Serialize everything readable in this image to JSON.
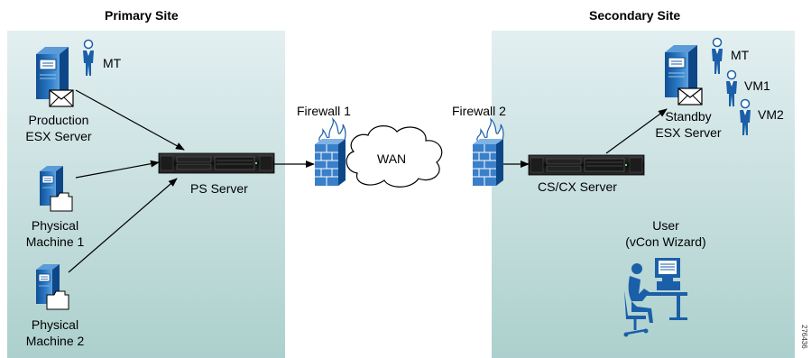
{
  "primary_site": {
    "title": "Primary Site",
    "nodes": {
      "production_esx": {
        "line1": "Production",
        "line2": "ESX Server",
        "tag": "MT"
      },
      "physical_machine_1": {
        "line1": "Physical",
        "line2": "Machine 1"
      },
      "physical_machine_2": {
        "line1": "Physical",
        "line2": "Machine 2"
      },
      "ps_server": {
        "label": "PS Server"
      }
    }
  },
  "network": {
    "firewall_1": "Firewall 1",
    "firewall_2": "Firewall 2",
    "wan": "WAN"
  },
  "secondary_site": {
    "title": "Secondary Site",
    "nodes": {
      "cs_cx_server": {
        "label": "CS/CX Server"
      },
      "standby_esx": {
        "line1": "Standby",
        "line2": "ESX Server",
        "tags": [
          "MT",
          "VM1",
          "VM2"
        ]
      },
      "user": {
        "line1": "User",
        "line2": "(vCon Wizard)"
      }
    }
  },
  "figure_id": "276436",
  "colors": {
    "panel_top": "#e1eef0",
    "panel_bottom": "#b0d2cf",
    "icon_blue": "#1a5fa8",
    "firewall_blue": "#3a7fc9"
  }
}
